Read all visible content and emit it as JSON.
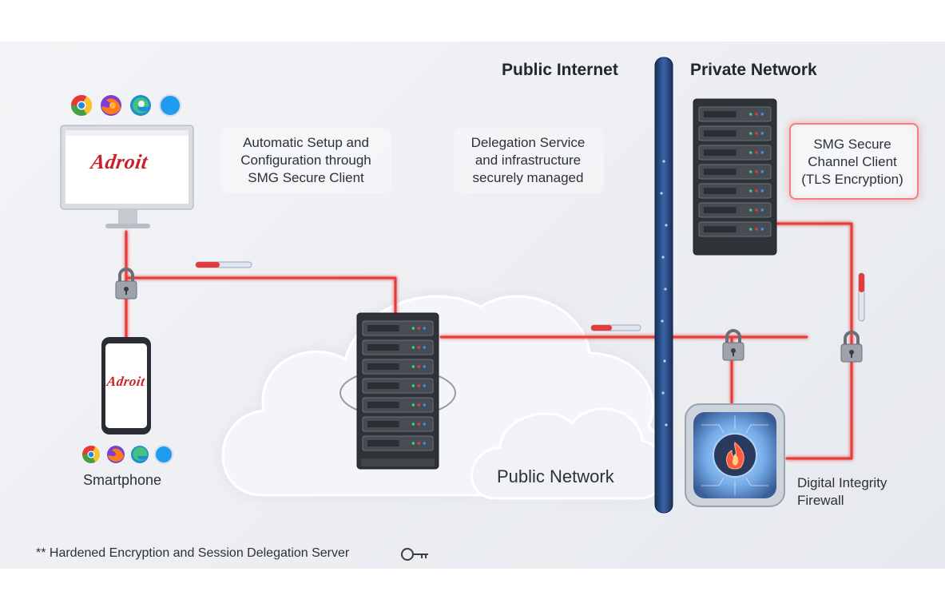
{
  "headers": {
    "public_internet": "Public Internet",
    "private_network": "Private Network"
  },
  "labels": {
    "setup": [
      "Automatic Setup and",
      "Configuration through",
      "SMG Secure Client"
    ],
    "delegation": [
      "Delegation Service",
      "and infrastructure",
      "securely managed"
    ],
    "secure_channel": [
      "SMG Secure",
      "Channel Client",
      "(TLS Encryption)"
    ],
    "public_network": "Public Network",
    "smartphone": "Smartphone",
    "firewall": [
      "Digital Integrity",
      "Firewall"
    ]
  },
  "brand": {
    "desktop_logo": "Adroit",
    "phone_logo": "Adroit"
  },
  "footnote": "** Hardened Encryption and Session Delegation Server",
  "icons": {
    "browsers": [
      "chrome-icon",
      "firefox-icon",
      "edge-icon",
      "safari-icon"
    ],
    "lock": "padlock-icon",
    "key": "key-icon",
    "flame": "flame-icon"
  },
  "colors": {
    "connection": "#e63b3b",
    "divider": "#1f3a66",
    "brand": "#c9202a",
    "server": "#2f3338"
  }
}
